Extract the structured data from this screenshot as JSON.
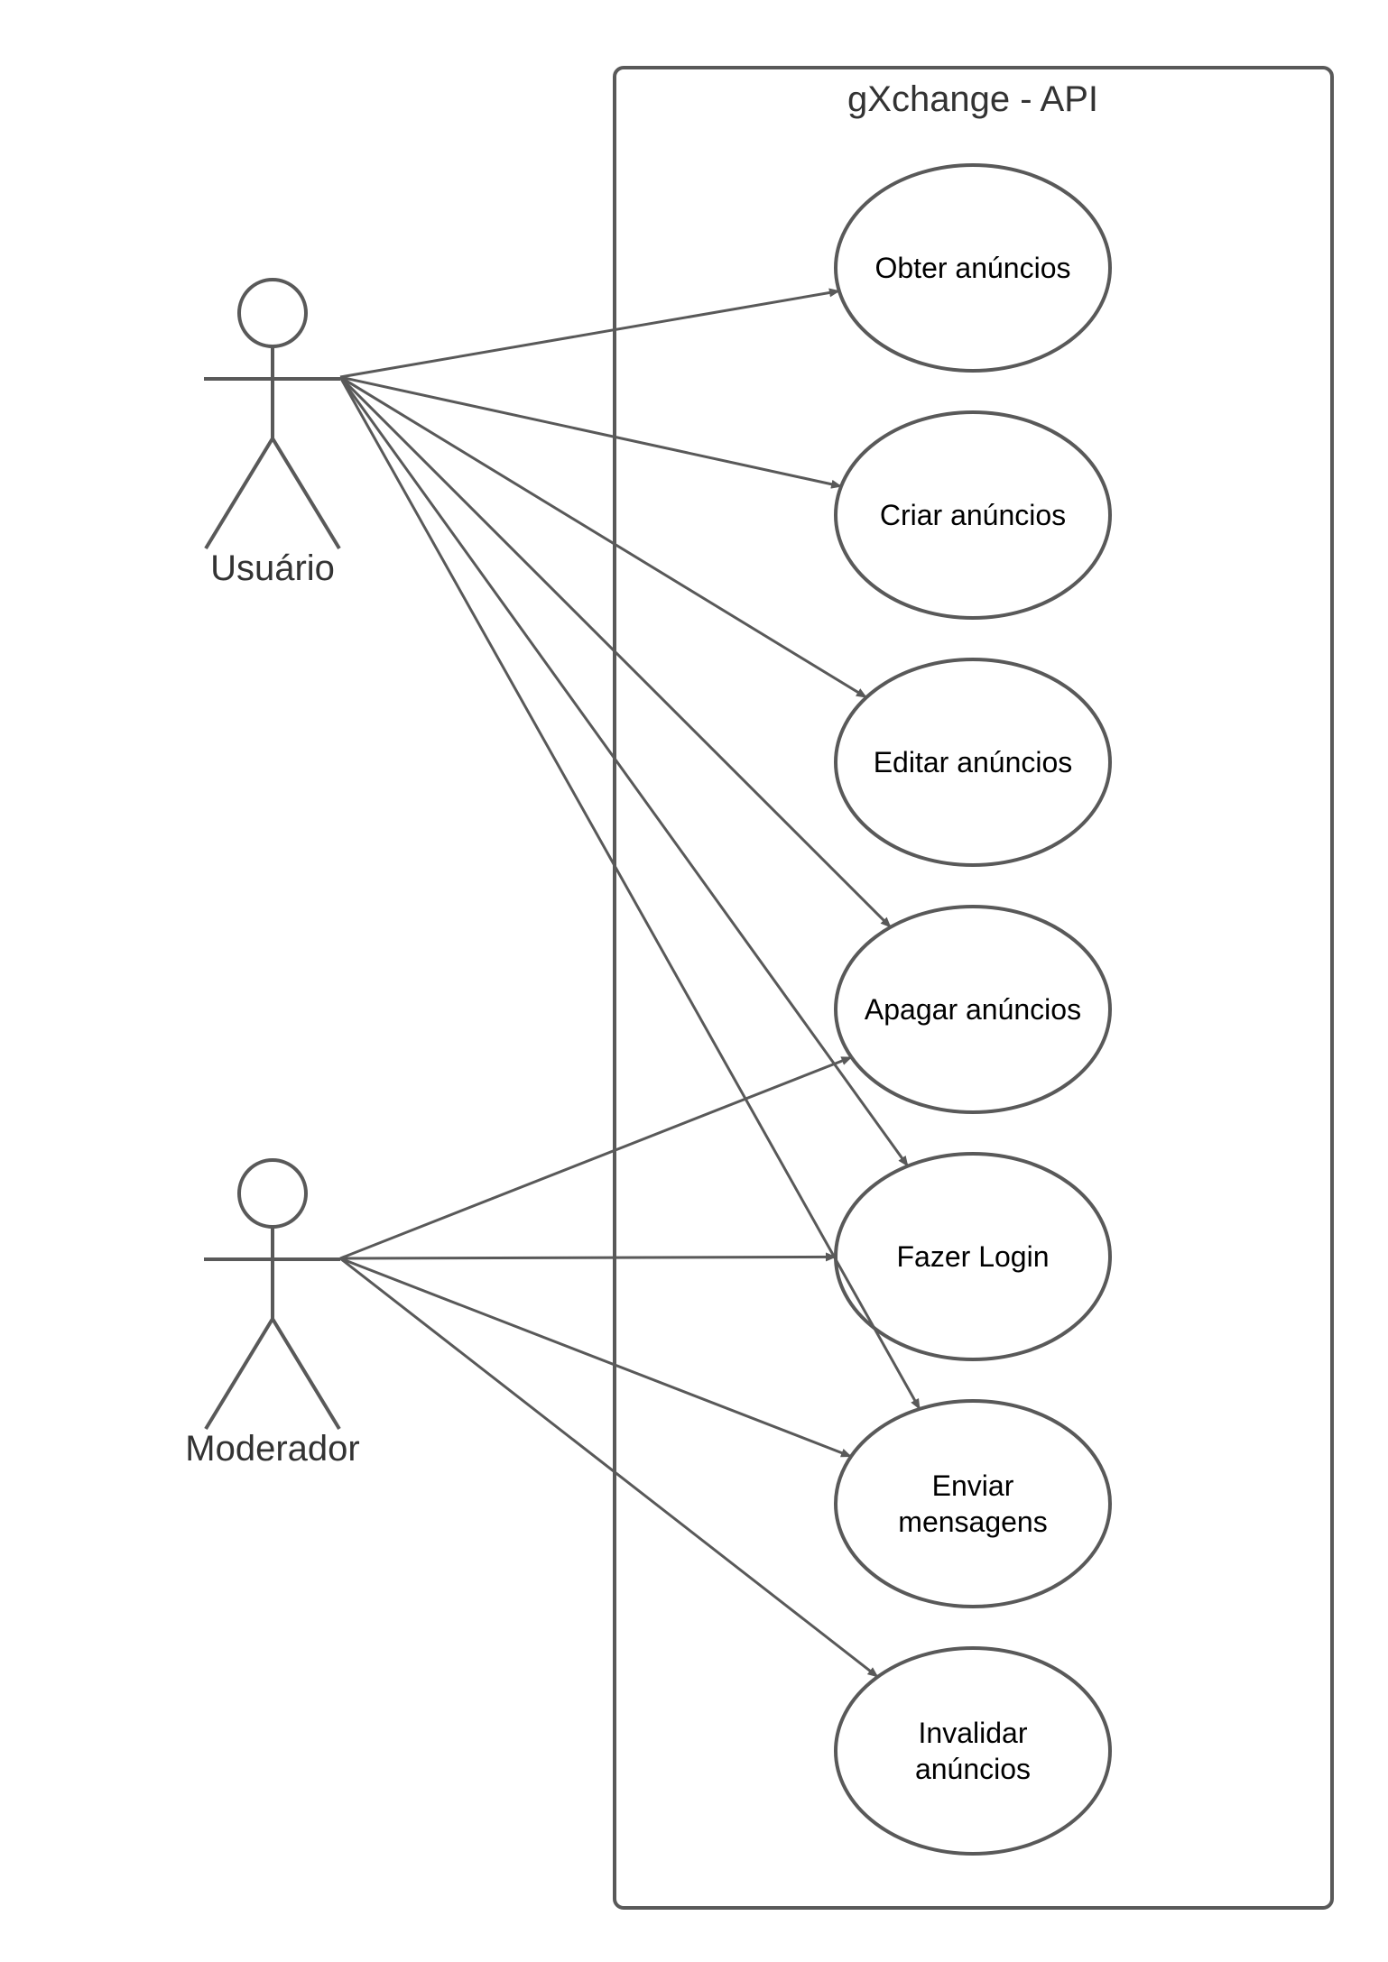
{
  "system": {
    "title": "gXchange - API"
  },
  "actors": [
    {
      "id": "usuario",
      "label": "Usuário"
    },
    {
      "id": "moderador",
      "label": "Moderador"
    }
  ],
  "use_cases": [
    {
      "id": "obter",
      "lines": [
        "Obter anúncios"
      ]
    },
    {
      "id": "criar",
      "lines": [
        "Criar anúncios"
      ]
    },
    {
      "id": "editar",
      "lines": [
        "Editar anúncios"
      ]
    },
    {
      "id": "apagar",
      "lines": [
        "Apagar anúncios"
      ]
    },
    {
      "id": "login",
      "lines": [
        "Fazer Login"
      ]
    },
    {
      "id": "enviar",
      "lines": [
        "Enviar",
        "mensagens"
      ]
    },
    {
      "id": "invalidar",
      "lines": [
        "Invalidar",
        "anúncios"
      ]
    }
  ],
  "associations": [
    {
      "from": "usuario",
      "to": "obter"
    },
    {
      "from": "usuario",
      "to": "criar"
    },
    {
      "from": "usuario",
      "to": "editar"
    },
    {
      "from": "usuario",
      "to": "apagar"
    },
    {
      "from": "usuario",
      "to": "login"
    },
    {
      "from": "usuario",
      "to": "enviar"
    },
    {
      "from": "moderador",
      "to": "apagar"
    },
    {
      "from": "moderador",
      "to": "login"
    },
    {
      "from": "moderador",
      "to": "enviar"
    },
    {
      "from": "moderador",
      "to": "invalidar"
    }
  ],
  "colors": {
    "stroke": "#595959",
    "text": "#000000",
    "label": "#333333",
    "background": "#ffffff"
  }
}
